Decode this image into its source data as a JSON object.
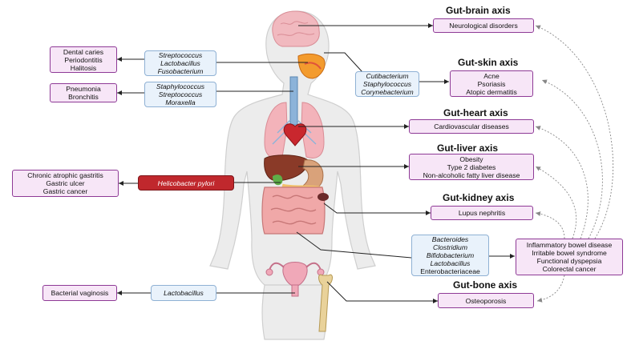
{
  "axes": {
    "brain": "Gut-brain axis",
    "skin": "Gut-skin axis",
    "heart": "Gut-heart axis",
    "liver": "Gut-liver axis",
    "kidney": "Gut-kidney axis",
    "bone": "Gut-bone axis"
  },
  "right_diseases": {
    "brain": [
      "Neurological disorders"
    ],
    "skin": [
      "Acne",
      "Psoriasis",
      "Atopic dermatitis"
    ],
    "heart": [
      "Cardiovascular diseases"
    ],
    "liver": [
      "Obesity",
      "Type 2 diabetes",
      "Non-alcoholic fatty liver disease"
    ],
    "kidney": [
      "Lupus nephritis"
    ],
    "gut": [
      "Inflammatory bowel disease",
      "Irritable bowel syndrome",
      "Functional dyspepsia",
      "Colorectal cancer"
    ],
    "bone": [
      "Osteoporosis"
    ]
  },
  "left_diseases": {
    "oral": [
      "Dental caries",
      "Periodontitis",
      "Halitosis"
    ],
    "lung": [
      "Pneumonia",
      "Bronchitis"
    ],
    "stomach": [
      "Chronic atrophic gastritis",
      "Gastric ulcer",
      "Gastric cancer"
    ],
    "vaginal": [
      "Bacterial vaginosis"
    ]
  },
  "microbes": {
    "oral": [
      "Streptococcus",
      "Lactobacillus",
      "Fusobacterium"
    ],
    "lung": [
      "Staphylococcus",
      "Streptococcus",
      "Moraxella"
    ],
    "skin": [
      "Cutibacterium",
      "Staphylococcus",
      "Corynebacterium"
    ],
    "stomach": [
      "Helicobacter pylori"
    ],
    "gut": [
      "Bacteroides",
      "Clostridium",
      "Bifidobacterium",
      "Lactobacillus",
      "Enterobacteriaceae"
    ],
    "vaginal": [
      "Lactobacillus"
    ]
  },
  "colors": {
    "disease_fill": "#f7e6f7",
    "disease_border": "#8e3a96",
    "microbe_fill": "#e9f2fb",
    "microbe_border": "#8fb1d4",
    "pathogen_fill": "#c0282d",
    "body_fill": "#ececec"
  }
}
